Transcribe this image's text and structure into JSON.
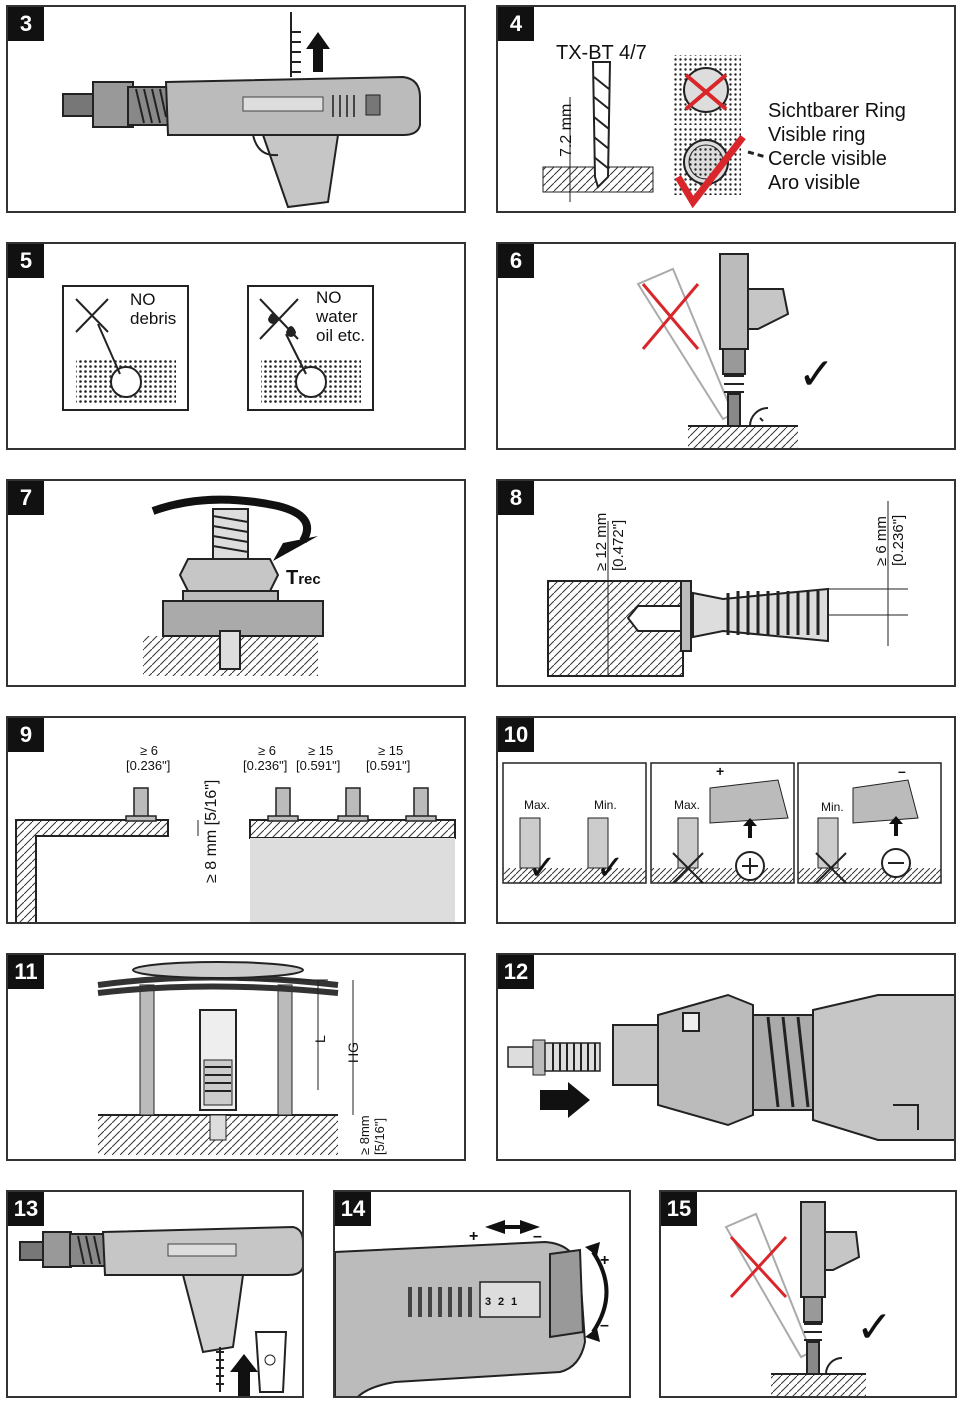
{
  "steps": [
    "3",
    "4",
    "5",
    "6",
    "7",
    "8",
    "9",
    "10",
    "11",
    "12",
    "13",
    "14",
    "15"
  ],
  "p4": {
    "product": "TX-BT 4/7",
    "depth": "7.2 mm",
    "ring_text": [
      "Sichtbarer Ring",
      "Visible ring",
      "Cercle visible",
      "Aro visible"
    ]
  },
  "p5": {
    "box1": [
      "NO",
      "debris"
    ],
    "box2": [
      "NO",
      "water",
      "oil etc."
    ]
  },
  "p7": {
    "torque_main": "T",
    "torque_sub": "rec"
  },
  "p8": {
    "d1": "≥ 12 mm",
    "d1_in": "[0.472\"]",
    "d2": "≥ 6 mm",
    "d2_in": "[0.236\"]"
  },
  "p9": {
    "s1": "≥ 6",
    "s1_in": "[0.236\"]",
    "s2": "≥ 6",
    "s2_in": "[0.236\"]",
    "s3": "≥ 15",
    "s3_in": "[0.591\"]",
    "s4": "≥ 15",
    "s4_in": "[0.591\"]",
    "thick": "≥ 8 mm [5/16\"]"
  },
  "p10": {
    "max1": "Max.",
    "min1": "Min.",
    "max2": "Max.",
    "min2": "Min.",
    "plus": "+",
    "minus": "–",
    "check": "✓"
  },
  "p11": {
    "l": "L",
    "hg": "HG",
    "t": "≥ 8mm",
    "t_in": "[5/16\"]"
  },
  "p14": {
    "plus": "+",
    "minus": "–",
    "dial": [
      "3",
      "2",
      "1"
    ]
  },
  "check_glyph": "✓"
}
